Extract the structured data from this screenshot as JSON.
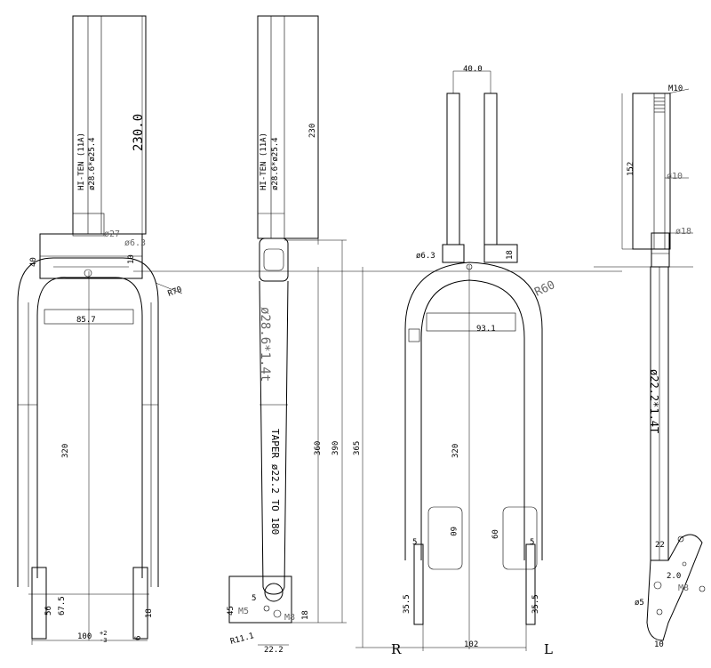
{
  "view1": {
    "material": "HI-TEN (11A)",
    "tube": "ø28.6*ø25.4",
    "steerer_length": "230.0",
    "crown_dia": "ø27",
    "hole_dia": "ø6.3",
    "crown_h": "40",
    "crown_off": "10",
    "radius": "R70",
    "width_inner": "85.7",
    "leg_len": "320",
    "dropout_56": "56",
    "dropout_675": "67.5",
    "dropout_18": "18",
    "bottom_width": "100",
    "bottom_tol": "+2",
    "bottom_tol2": "-3",
    "dropout_6": "6"
  },
  "view2": {
    "material": "HI-TEN (11A)",
    "tube": "ø28.6*ø25.4",
    "steerer_len": "230",
    "blade_dim": "ø28.6*1.4t",
    "taper": "TAPER ø22.2 TO 180",
    "len_360": "360",
    "len_390": "390",
    "d_45": "45",
    "d_5": "5",
    "m5": "M5",
    "m8": "M8",
    "d_18": "18",
    "r11": "R11.1",
    "w_222": "22.2"
  },
  "view3": {
    "spacing": "40.0",
    "hole": "ø6.3",
    "d_18": "18",
    "radius": "R60",
    "width_inner": "93.1",
    "h_365": "365",
    "leg_320": "320",
    "d_60a": "60",
    "d_60b": "60",
    "d_5a": "5",
    "d_5b": "5",
    "d_355a": "35.5",
    "d_355b": "35.5",
    "bottom_w": "102",
    "label_r": "R",
    "label_l": "L"
  },
  "view4": {
    "thread": "M10",
    "len_152": "152",
    "dia_10": "ø10",
    "dia_18": "ø18",
    "tube": "ø22.2*1.4T",
    "d_22": "22",
    "d_20": "2.0",
    "m8": "M8",
    "dia_5": "ø5",
    "d_10": "10"
  }
}
